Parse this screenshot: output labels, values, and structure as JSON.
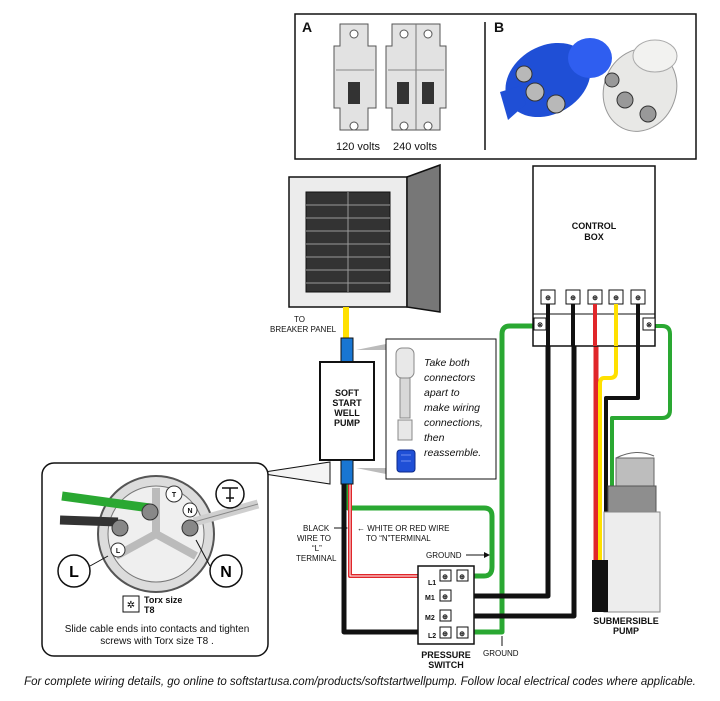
{
  "panel_a": {
    "tag": "A",
    "label_120": "120 volts",
    "label_240": "240 volts"
  },
  "panel_b": {
    "tag": "B"
  },
  "breaker_panel": {
    "label_line1": "TO",
    "label_line2": "BREAKER PANEL"
  },
  "soft_start": {
    "line1": "SOFT",
    "line2": "START",
    "line3": "WELL",
    "line4": "PUMP"
  },
  "connector_note": [
    "Take both",
    "connectors",
    "apart to",
    "make wiring",
    "connections,",
    "then",
    "reassemble."
  ],
  "control_box": {
    "line1": "CONTROL",
    "line2": "BOX"
  },
  "black_wire_label": [
    "BLACK",
    "WIRE TO",
    "“L”",
    "TERMINAL"
  ],
  "white_wire_label": [
    "← WHITE OR RED WIRE",
    "TO “N”TERMINAL"
  ],
  "ground_top": "GROUND",
  "ground_bottom": "GROUND",
  "pressure_switch": {
    "line1": "PRESSURE",
    "line2": "SWITCH",
    "terminals": [
      "L1",
      "M1",
      "M2",
      "L2"
    ]
  },
  "pump": {
    "line1": "SUBMERSIBLE",
    "line2": "PUMP"
  },
  "inset": {
    "l_label": "L",
    "n_label": "N",
    "t_label": "T",
    "torx_line1": "Torx size",
    "torx_line2": "T8",
    "note": "Slide cable ends into contacts and tighten screws with Torx size T8 ."
  },
  "footer": "For complete wiring details, go online to softstartusa.com/products/softstartwellpump. Follow local electrical codes where applicable.",
  "colors": {
    "green": "#2aa832",
    "red": "#e0262a",
    "yellow": "#ffe000",
    "blue": "#1976d2",
    "black": "#111111"
  }
}
